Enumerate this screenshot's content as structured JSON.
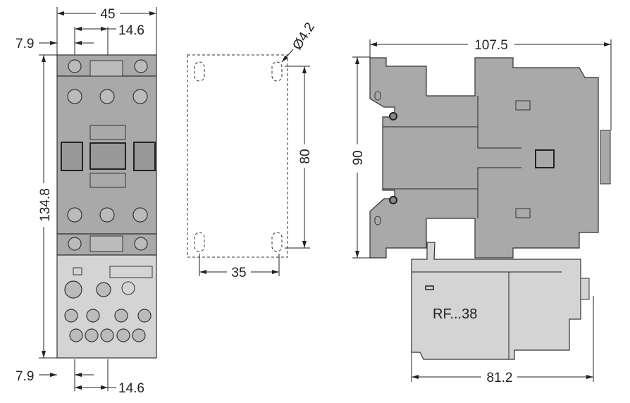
{
  "front_view": {
    "width": "45",
    "offset_top": "7.9",
    "pitch_top": "14.6",
    "height": "134.8",
    "offset_bottom": "7.9",
    "pitch_bottom": "14.6"
  },
  "drilling_template": {
    "hole_diameter": "Ø4.2",
    "vertical_spacing": "80",
    "horizontal_spacing": "35"
  },
  "side_view": {
    "depth": "107.5",
    "height": "90",
    "relay_depth": "81.2",
    "relay_label": "RF...38"
  },
  "colors": {
    "body": "#a9a9a9",
    "relay": "#d4d4d4",
    "line": "#222222"
  }
}
